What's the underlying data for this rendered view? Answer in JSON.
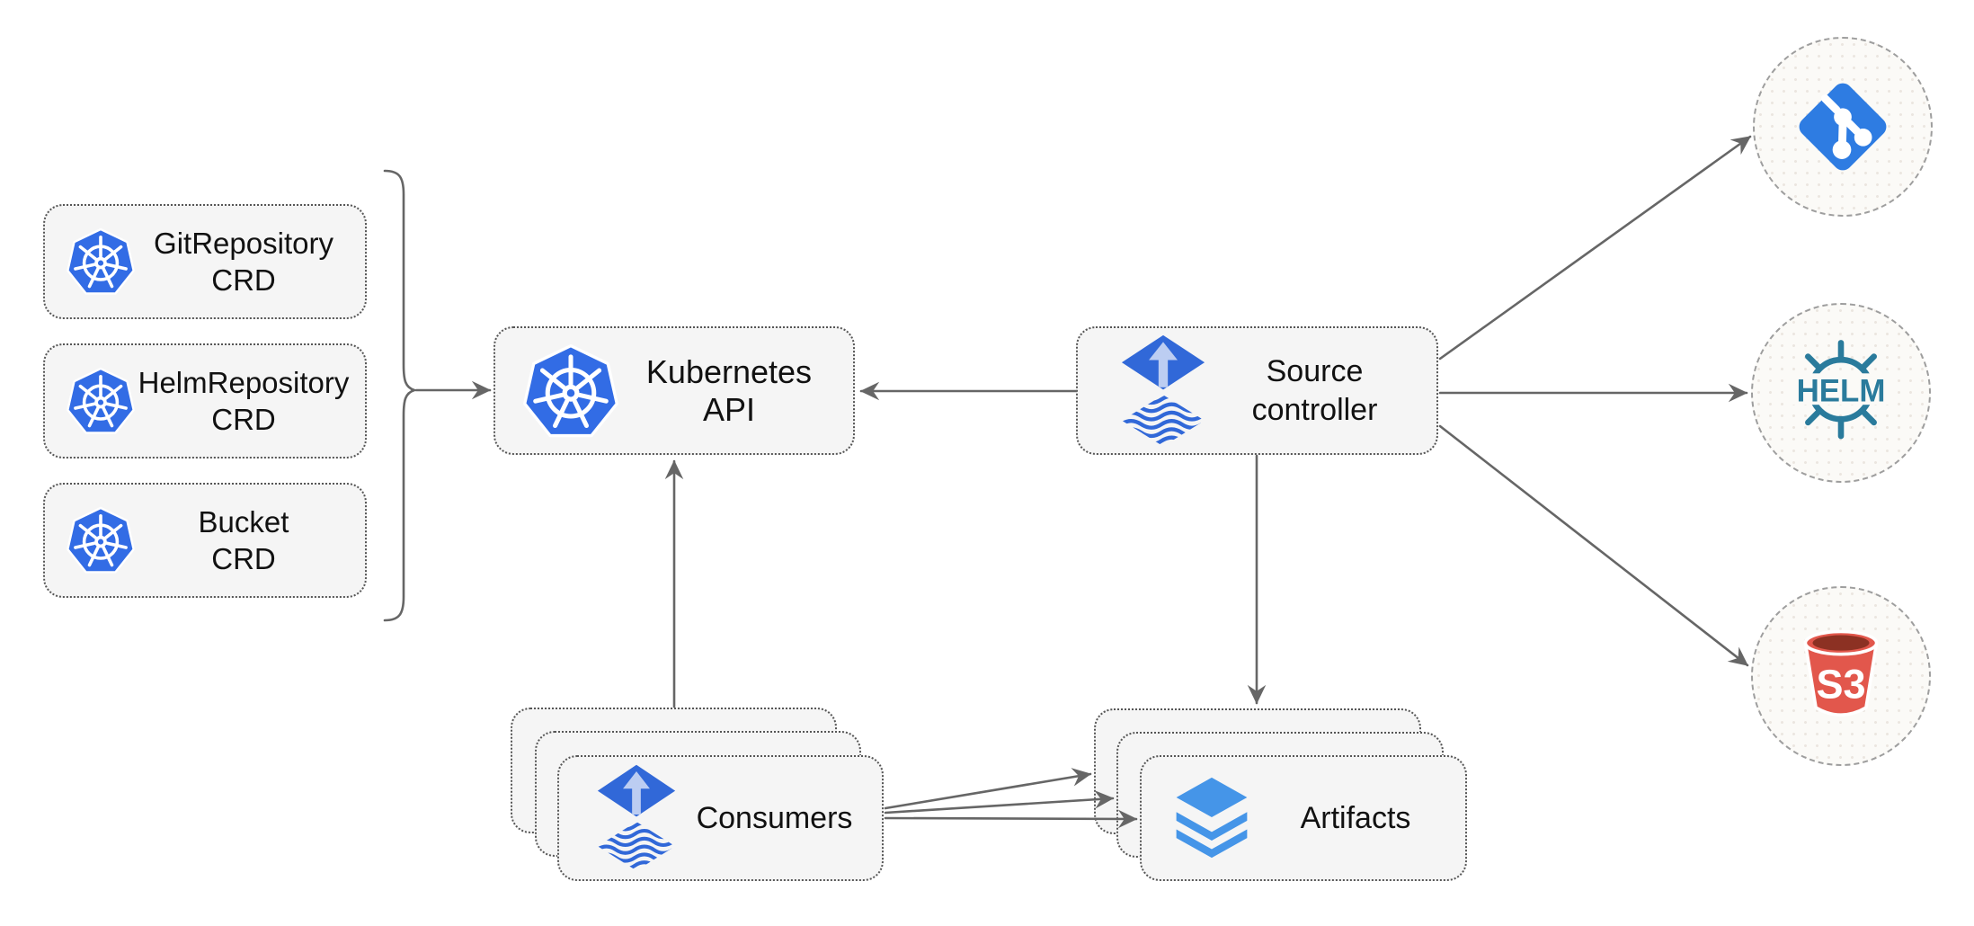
{
  "diagram": {
    "description": "Flux source-controller architecture diagram",
    "nodes": {
      "crds": [
        {
          "id": "git-repository-crd",
          "line1": "GitRepository",
          "line2": "CRD"
        },
        {
          "id": "helm-repository-crd",
          "line1": "HelmRepository",
          "line2": "CRD"
        },
        {
          "id": "bucket-crd",
          "line1": "Bucket",
          "line2": "CRD"
        }
      ],
      "kubernetes_api": {
        "label": "Kubernetes API"
      },
      "source_controller": {
        "line1": "Source",
        "line2": "controller"
      },
      "consumers": {
        "label": "Consumers",
        "stack_count": 3
      },
      "artifacts": {
        "label": "Artifacts",
        "stack_count": 3
      },
      "externals": [
        {
          "id": "git",
          "icon": "git-icon",
          "label": ""
        },
        {
          "id": "helm",
          "icon": "helm-icon",
          "label": "HELM"
        },
        {
          "id": "s3",
          "icon": "s3-icon",
          "label": "S3"
        }
      ]
    },
    "edges": [
      {
        "from": "crd-group-brace",
        "to": "kubernetes-api",
        "arrow": true
      },
      {
        "from": "source-controller",
        "to": "kubernetes-api",
        "arrow": true
      },
      {
        "from": "consumers",
        "to": "kubernetes-api",
        "arrow": true
      },
      {
        "from": "source-controller",
        "to": "artifacts",
        "arrow": true
      },
      {
        "from": "source-controller",
        "to": "git",
        "arrow": true
      },
      {
        "from": "source-controller",
        "to": "helm",
        "arrow": true
      },
      {
        "from": "source-controller",
        "to": "s3",
        "arrow": true
      },
      {
        "from": "consumers",
        "to": "artifacts-back",
        "arrow": true
      },
      {
        "from": "consumers",
        "to": "artifacts-middle",
        "arrow": true
      },
      {
        "from": "consumers",
        "to": "artifacts-front",
        "arrow": true
      }
    ],
    "colors": {
      "kubernetes_blue": "#326CE5",
      "flux_blue": "#3168d8",
      "flux_arrow_light": "#bccdf2",
      "layers_blue": "#4595e8",
      "git_blue": "#2e7ce2",
      "helm_teal": "#2a7b9c",
      "s3_red": "#e2574c",
      "s3_dark_red": "#8c3123",
      "box_fill": "#f5f5f5",
      "box_border": "#565656",
      "circle_fill": "#fbfaf7",
      "circle_border": "#9e9e9e",
      "edge_gray": "#666666",
      "text": "#111111"
    }
  }
}
